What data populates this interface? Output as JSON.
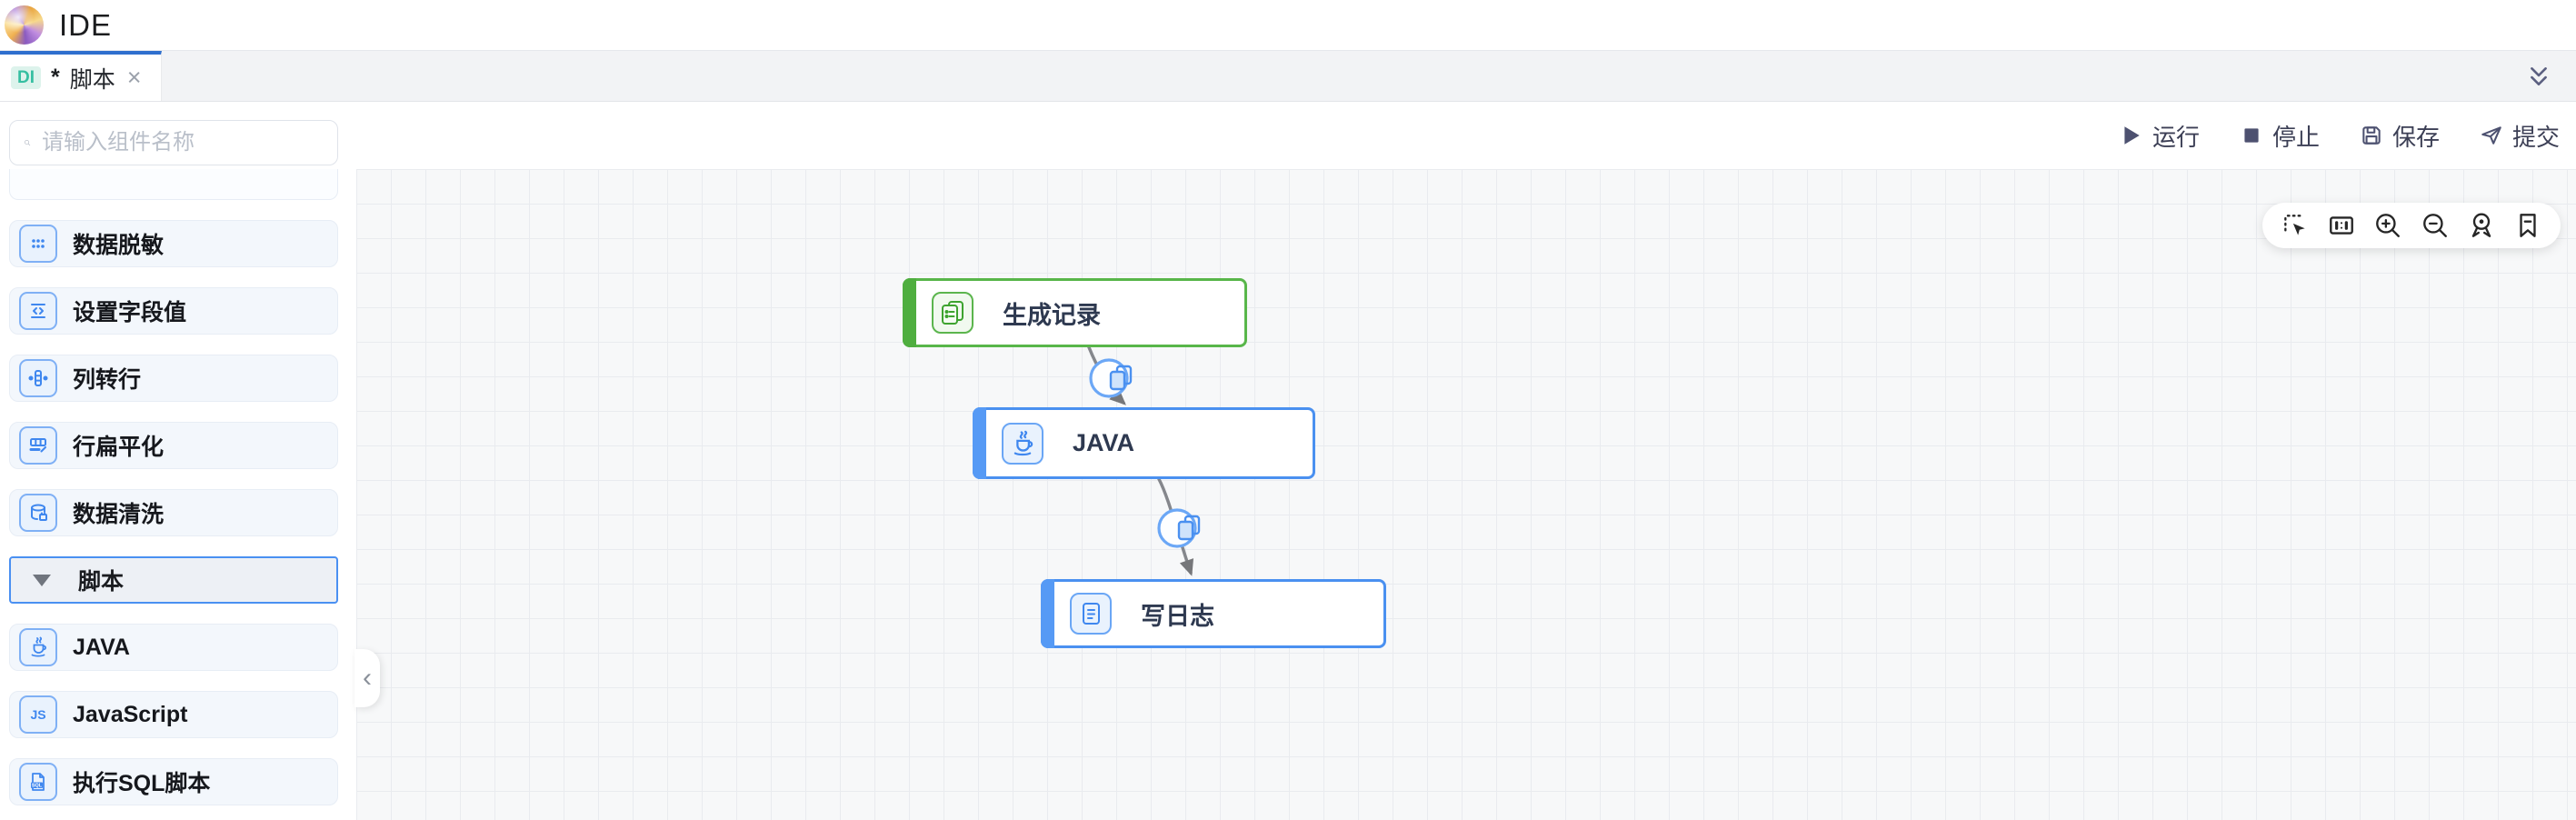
{
  "app": {
    "title": "IDE"
  },
  "tab": {
    "badge": "DI",
    "modified": "*",
    "label": "脚本",
    "close": "×"
  },
  "sidebar": {
    "search": {
      "placeholder": "请输入组件名称"
    },
    "items": [
      {
        "label": "数据脱敏",
        "icon": "mask-dots-icon"
      },
      {
        "label": "设置字段值",
        "icon": "set-field-value-icon"
      },
      {
        "label": "列转行",
        "icon": "column-to-row-icon"
      },
      {
        "label": "行扁平化",
        "icon": "row-flatten-icon"
      },
      {
        "label": "数据清洗",
        "icon": "data-clean-icon"
      }
    ],
    "category": {
      "label": "脚本",
      "expanded": true
    },
    "script_items": [
      {
        "label": "JAVA",
        "icon": "java-icon"
      },
      {
        "label": "JavaScript",
        "icon": "js-icon"
      },
      {
        "label": "执行SQL脚本",
        "icon": "sql-file-icon"
      }
    ]
  },
  "toolbar": {
    "run": "运行",
    "stop": "停止",
    "save": "保存",
    "submit": "提交"
  },
  "canvas": {
    "tools": [
      "marquee-select",
      "fit-view",
      "zoom-in",
      "zoom-out",
      "locate",
      "bookmark"
    ],
    "nodes": [
      {
        "label": "生成记录",
        "color": "green",
        "icon": "generate-records-icon"
      },
      {
        "label": "JAVA",
        "color": "blue",
        "icon": "java-icon"
      },
      {
        "label": "写日志",
        "color": "blue",
        "icon": "write-log-icon"
      }
    ],
    "edges": [
      {
        "from": "生成记录",
        "to": "JAVA",
        "badge": "copy-icon"
      },
      {
        "from": "JAVA",
        "to": "写日志",
        "badge": "copy-icon"
      }
    ]
  },
  "colors": {
    "accent_blue": "#4a90f0",
    "node_green": "#58b64a",
    "tab_underline": "#2f6fce",
    "di_badge_bg": "#ddf3ec",
    "di_badge_text": "#35bfa1",
    "edge_gray": "#85878c"
  }
}
